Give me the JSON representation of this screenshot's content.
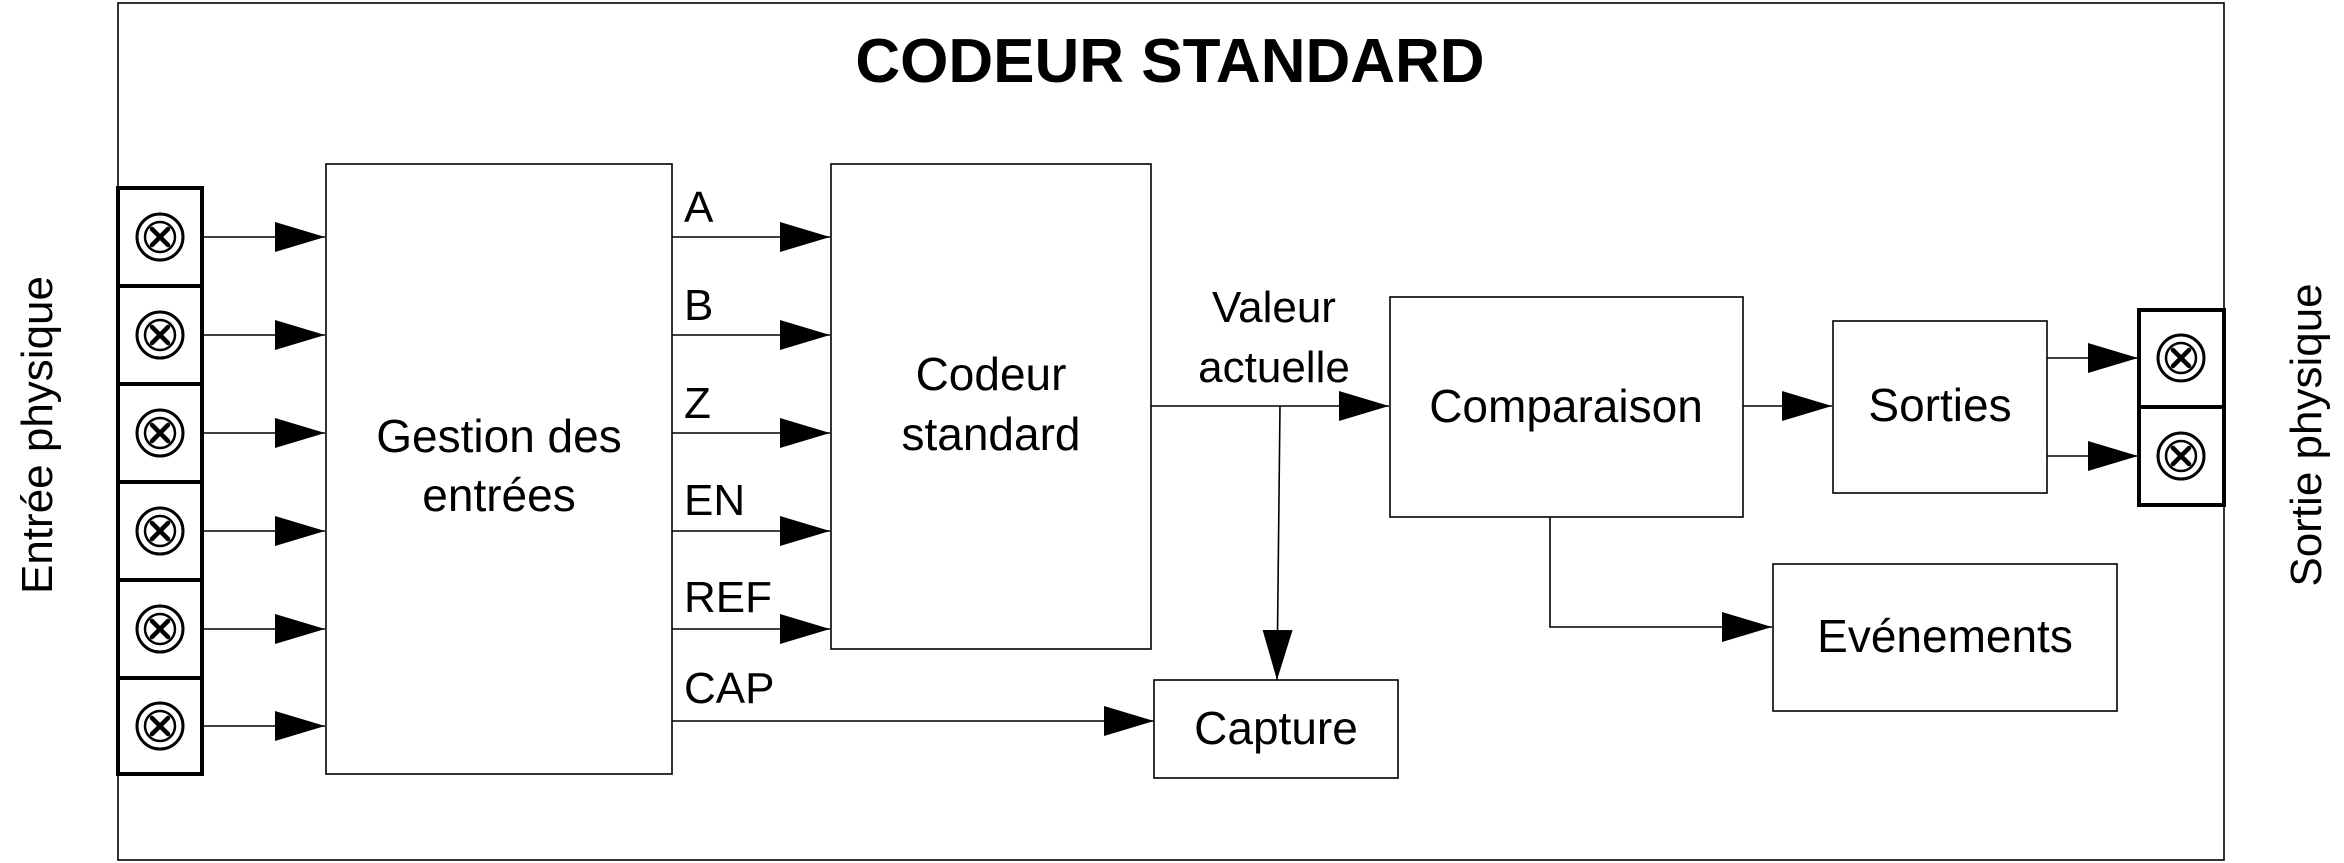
{
  "title": "CODEUR STANDARD",
  "side_labels": {
    "input": "Entrée physique",
    "output": "Sortie physique"
  },
  "blocks": {
    "gestion": [
      "Gestion des",
      "entrées"
    ],
    "codeur": [
      "Codeur",
      "standard"
    ],
    "comparaison": "Comparaison",
    "sorties": "Sorties",
    "evenements": "Evénements",
    "capture": "Capture"
  },
  "signals": [
    "A",
    "B",
    "Z",
    "EN",
    "REF",
    "CAP"
  ],
  "valeur_actuelle": [
    "Valeur",
    "actuelle"
  ],
  "terminals": {
    "inputs": 6,
    "outputs": 2,
    "icon": "terminal-screw-icon"
  }
}
